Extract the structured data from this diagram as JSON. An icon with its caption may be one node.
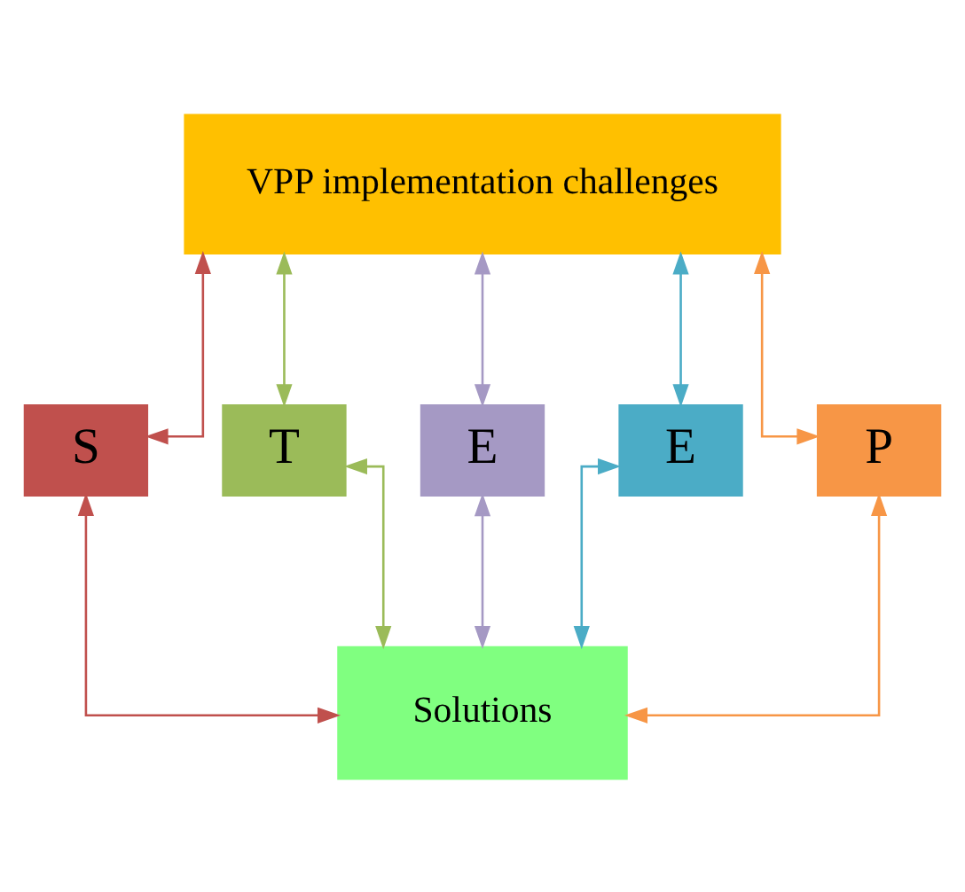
{
  "diagram": {
    "nodes": [
      {
        "text": [
          "VPP implementation challenges"
        ]
      },
      {
        "text": [
          "S"
        ]
      },
      {
        "text": [
          "T"
        ]
      },
      {
        "text": [
          "E"
        ]
      },
      {
        "text": [
          "E"
        ]
      },
      {
        "text": [
          "P"
        ]
      },
      {
        "text": [
          "Solutions"
        ]
      }
    ],
    "edges": [
      {
        "from": 0,
        "to": 1,
        "arrow": "both",
        "color": "#c0504d"
      },
      {
        "from": 0,
        "to": 2,
        "arrow": "both",
        "color": "#9bbb59"
      },
      {
        "from": 0,
        "to": 3,
        "arrow": "both",
        "color": "#a599c4"
      },
      {
        "from": 0,
        "to": 4,
        "arrow": "both",
        "color": "#4bacc6"
      },
      {
        "from": 0,
        "to": 5,
        "arrow": "both",
        "color": "#f79646"
      },
      {
        "from": 1,
        "to": 6,
        "arrow": "both",
        "color": "#c0504d"
      },
      {
        "from": 2,
        "to": 6,
        "arrow": "both",
        "color": "#9bbb59"
      },
      {
        "from": 3,
        "to": 6,
        "arrow": "both",
        "color": "#a599c4"
      },
      {
        "from": 4,
        "to": 6,
        "arrow": "both",
        "color": "#4bacc6"
      },
      {
        "from": 5,
        "to": 6,
        "arrow": "both",
        "color": "#f79646"
      }
    ]
  }
}
